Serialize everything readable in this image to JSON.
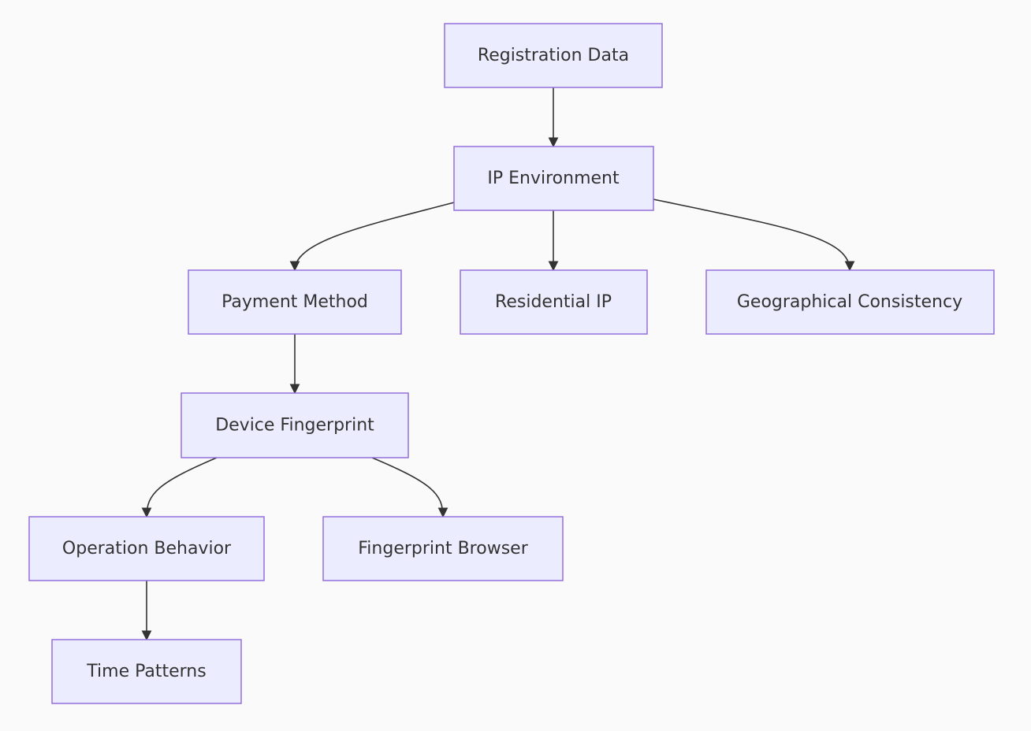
{
  "diagram": {
    "type": "flowchart",
    "direction": "top-down",
    "colors": {
      "background": "#fafafa",
      "node_fill": "#ececff",
      "node_border": "#9370db",
      "text": "#333333",
      "edge": "#333333"
    },
    "nodes": [
      {
        "id": "registration",
        "label": "Registration Data"
      },
      {
        "id": "ip",
        "label": "IP Environment"
      },
      {
        "id": "payment",
        "label": "Payment Method"
      },
      {
        "id": "residential",
        "label": "Residential IP"
      },
      {
        "id": "geo",
        "label": "Geographical Consistency"
      },
      {
        "id": "device",
        "label": "Device Fingerprint"
      },
      {
        "id": "operation",
        "label": "Operation Behavior"
      },
      {
        "id": "browser",
        "label": "Fingerprint Browser"
      },
      {
        "id": "time",
        "label": "Time Patterns"
      }
    ],
    "edges": [
      {
        "from": "registration",
        "to": "ip"
      },
      {
        "from": "ip",
        "to": "payment"
      },
      {
        "from": "ip",
        "to": "residential"
      },
      {
        "from": "ip",
        "to": "geo"
      },
      {
        "from": "payment",
        "to": "device"
      },
      {
        "from": "device",
        "to": "operation"
      },
      {
        "from": "device",
        "to": "browser"
      },
      {
        "from": "operation",
        "to": "time"
      }
    ]
  }
}
